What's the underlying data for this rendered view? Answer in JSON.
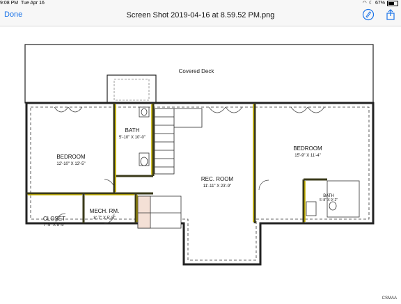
{
  "status": {
    "time": "9:08 PM",
    "date": "Tue Apr 16",
    "battery": "67%"
  },
  "nav": {
    "done_label": "Done",
    "title": "Screen Shot 2019-04-16 at 8.59.52 PM.png",
    "markup_icon": "markup-pen-icon",
    "share_icon": "share-icon"
  },
  "plan": {
    "covered_deck": "Covered Deck",
    "bath1_name": "BATH",
    "bath1_dims": "5'-10\" X 10'-0\"",
    "bedroom1_name": "BEDROOM",
    "bedroom1_dims": "12'-10\" X 13'-5\"",
    "rec_name": "REC. ROOM",
    "rec_dims": "11'-11\" X 23'-9\"",
    "bedroom2_name": "BEDROOM",
    "bedroom2_dims": "15'-9\" X 11'-4\"",
    "bath2_name": "BATH",
    "bath2_dims": "5'-8\" X 9'-2\"",
    "mech_name": "MECH. RM.",
    "mech_dims": "8'-7\" X 5'-5\"",
    "closet_name": "CLOSET",
    "closet_dims": "7'-5\" X 5'-5\"",
    "watermark": "CSMAA"
  }
}
